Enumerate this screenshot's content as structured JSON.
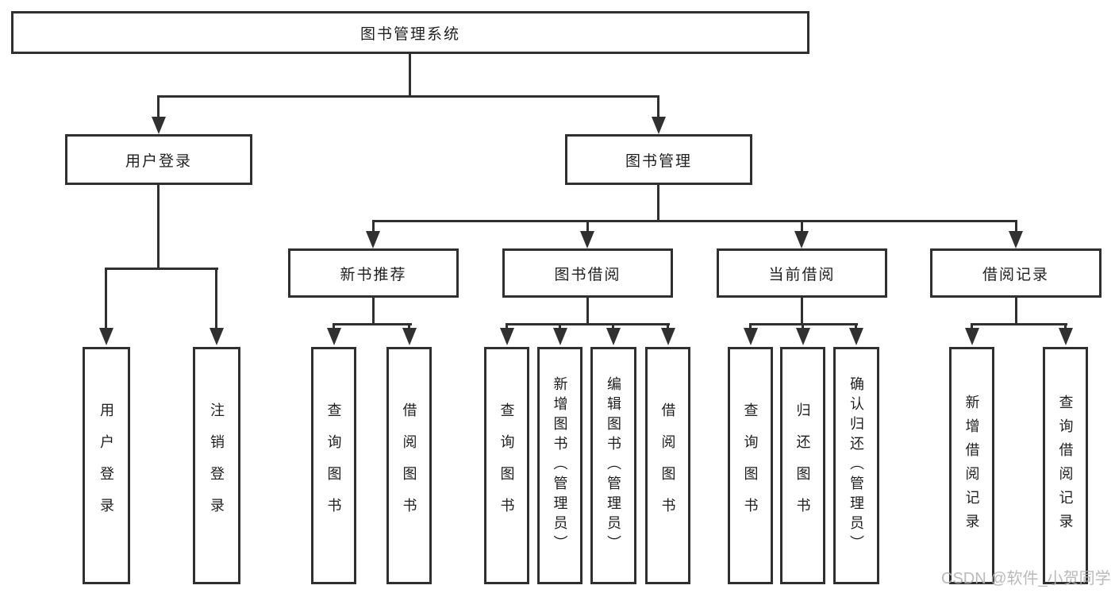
{
  "diagram": {
    "type": "tree",
    "root": "图书管理系统",
    "branches": [
      {
        "label": "用户登录",
        "children": [
          {
            "label": "用户登录"
          },
          {
            "label": "注销登录"
          }
        ]
      },
      {
        "label": "图书管理",
        "children": [
          {
            "label": "新书推荐",
            "children": [
              {
                "label": "查询图书"
              },
              {
                "label": "借阅图书"
              }
            ]
          },
          {
            "label": "图书借阅",
            "children": [
              {
                "label": "查询图书"
              },
              {
                "label": "新增图书（管理员）"
              },
              {
                "label": "编辑图书（管理员）"
              },
              {
                "label": "借阅图书"
              }
            ]
          },
          {
            "label": "当前借阅",
            "children": [
              {
                "label": "查询图书"
              },
              {
                "label": "归还图书"
              },
              {
                "label": "确认归还（管理员）"
              }
            ]
          },
          {
            "label": "借阅记录",
            "children": [
              {
                "label": "新增借阅记录"
              },
              {
                "label": "查询借阅记录"
              }
            ]
          }
        ]
      }
    ]
  },
  "watermark": "CSDN @软件_小贺同学",
  "colors": {
    "line": "#303030",
    "text": "#1f1f1f",
    "watermark": "#b3b3b3",
    "background": "#ffffff"
  }
}
